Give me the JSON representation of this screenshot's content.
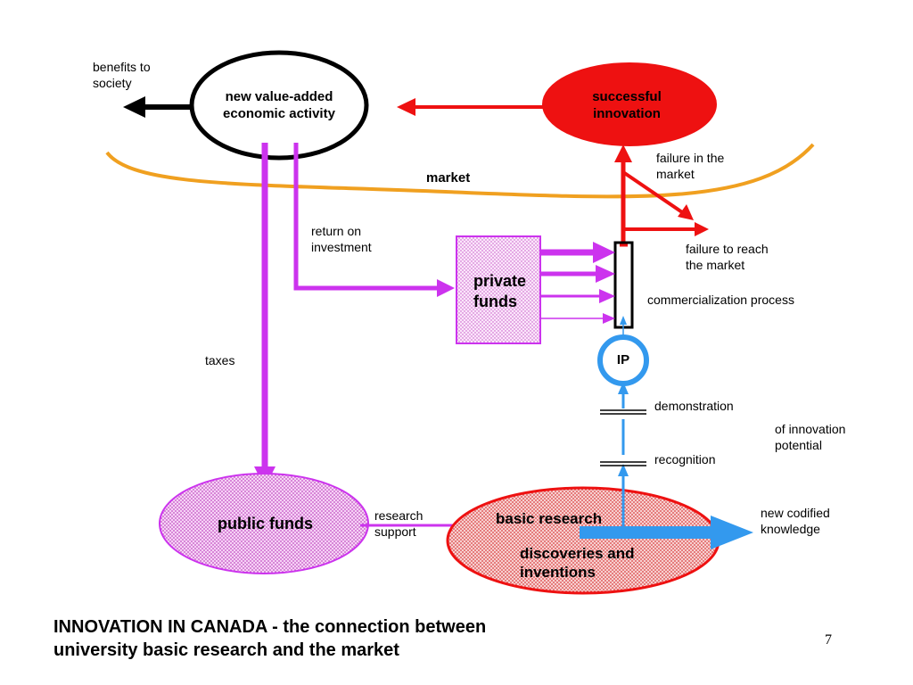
{
  "nodes": {
    "value_added": "new value-added\neconomic activity",
    "successful_innovation": "successful\ninnovation",
    "private_funds": "private\nfunds",
    "ip": "IP",
    "public_funds": "public funds",
    "basic_research": "basic research",
    "discoveries": "discoveries and\ninventions",
    "market": "market"
  },
  "labels": {
    "benefits": "benefits to\nsociety",
    "failure_in_market": "failure in the\nmarket",
    "return_on_investment": "return on\ninvestment",
    "failure_to_reach": "failure to reach\nthe market",
    "commercialization": "commercialization process",
    "taxes": "taxes",
    "demonstration": "demonstration",
    "of_innovation": "of innovation\npotential",
    "recognition": "recognition",
    "research_support": "research\nsupport",
    "new_codified": "new codified\nknowledge"
  },
  "title": "INNOVATION IN CANADA - the connection between\nuniversity basic research and the market",
  "page_number": "7",
  "colors": {
    "purple": "#cc33ee",
    "red": "#ee1111",
    "blue": "#3399ee",
    "orange": "#f0a020",
    "black": "#000000",
    "pink_fill": "#ee88ee",
    "red_fill": "#ee3333"
  }
}
